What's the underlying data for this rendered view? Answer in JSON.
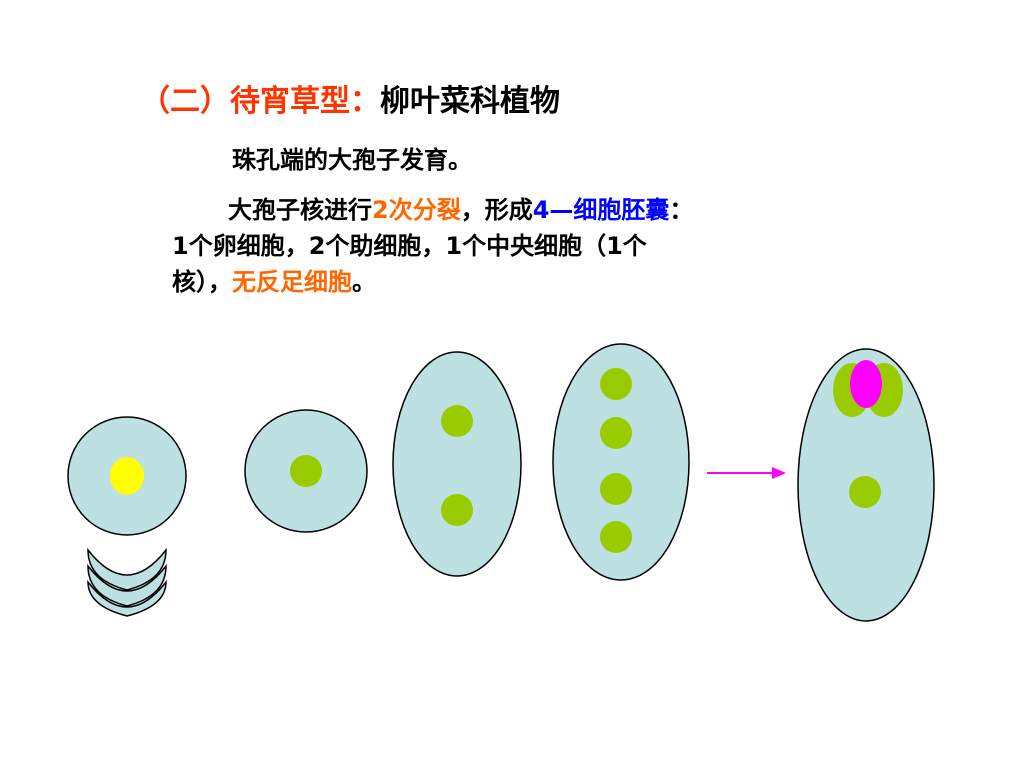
{
  "title": {
    "prefix": "（二）待宵草型：",
    "suffix": "柳叶菜科植物"
  },
  "subtitle": "珠孔端的大孢子发育。",
  "body": {
    "line1_a": "大孢子核进行",
    "line1_b": "2次分裂",
    "line1_c": "，形成",
    "line1_d": "4—细胞胚囊",
    "line1_e": "：",
    "line2": "1个卵细胞，2个助细胞，1个中央细胞（1个",
    "line3_a": "核），",
    "line3_b": "无反足细胞",
    "line3_c": "。"
  },
  "colors": {
    "title_accent": "#ff3300",
    "highlight_orange": "#ff6600",
    "highlight_blue": "#0000ff",
    "cell_fill": "#bde0e2",
    "nucleus_green": "#99cc00",
    "nucleus_yellow": "#ffff00",
    "egg_magenta": "#ff00ff",
    "arrow_magenta": "#ff00ff"
  },
  "stages": [
    {
      "name": "megaspore-with-tetrad",
      "nuclei": 1,
      "nucleus_color": "yellow",
      "degenerated_megaspores": 3
    },
    {
      "name": "uninucleate-embryo-sac",
      "nuclei": 1
    },
    {
      "name": "binucleate-embryo-sac",
      "nuclei": 2
    },
    {
      "name": "tetranucleate-embryo-sac",
      "nuclei": 4
    },
    {
      "name": "mature-4-celled-embryo-sac",
      "egg_cells": 1,
      "synergids": 2,
      "central_cell_nuclei": 1
    }
  ]
}
